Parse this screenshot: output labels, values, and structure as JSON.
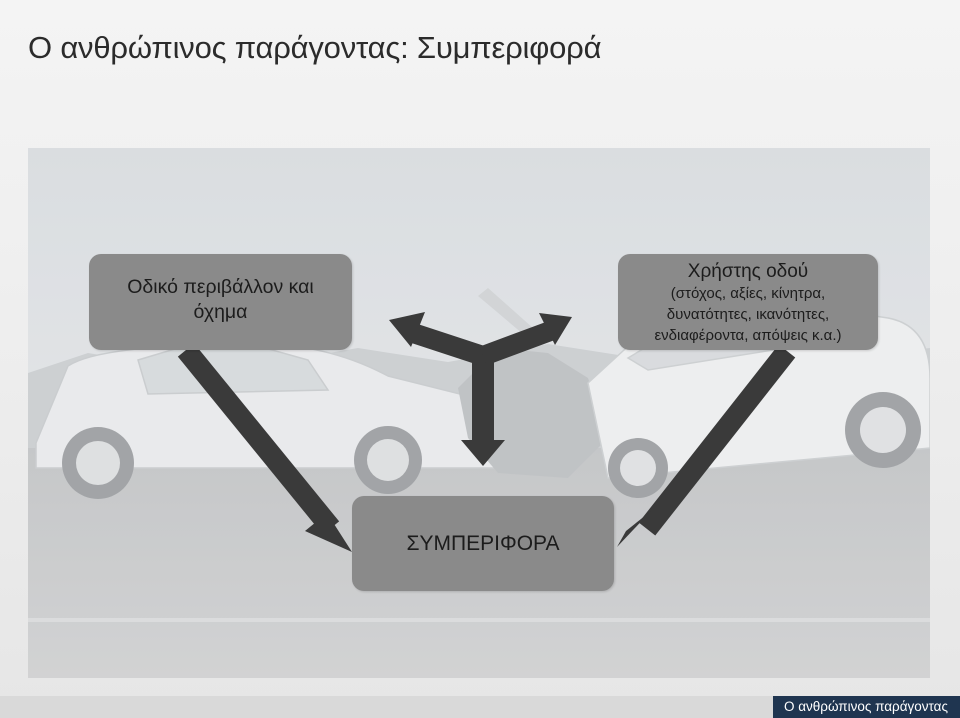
{
  "slide": {
    "title": "Ο ανθρώπινος παράγοντας: Συμπεριφορά",
    "footer": "Ο ανθρώπινος παράγοντας"
  },
  "diagram": {
    "left_box": {
      "line1": "Οδικό περιβάλλον και",
      "line2": "όχημα"
    },
    "right_box": {
      "heading": "Χρήστης οδού",
      "line1": "(στόχος, αξίες, κίνητρα,",
      "line2": "δυνατότητες, ικανότητες,",
      "line3": "ενδιαφέροντα, απόψεις κ.α.)"
    },
    "bottom_box": {
      "label": "ΣΥΜΠΕΡΙΦΟΡΑ"
    }
  },
  "colors": {
    "box_fill": "#8a8a8a",
    "arrow": "#3a3a3a",
    "footer_label_bg": "#1f3550"
  }
}
